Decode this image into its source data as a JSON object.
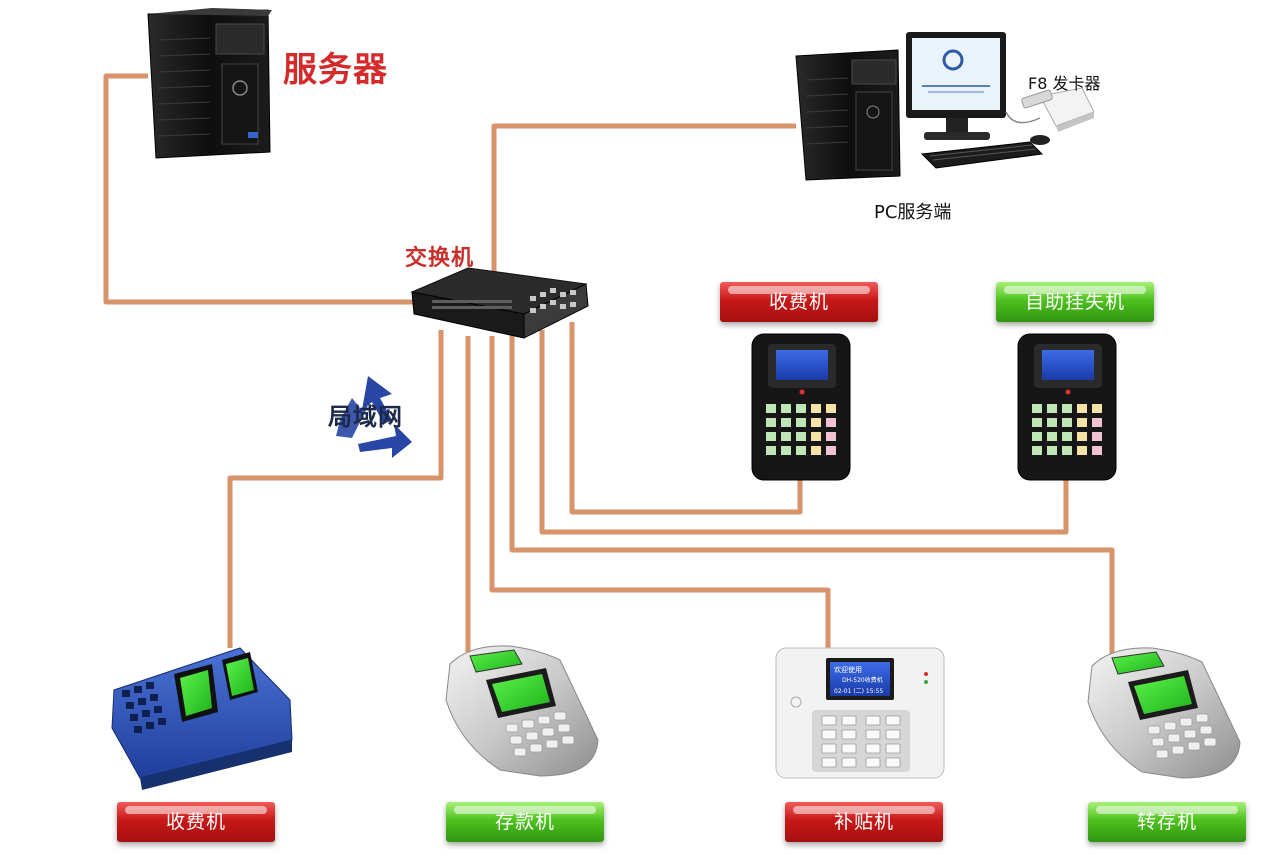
{
  "labels": {
    "server": "服务器",
    "switch": "交换机",
    "pc_server": "PC服务端",
    "card_issuer": "F8 发卡器",
    "lan": "局域网"
  },
  "badges": {
    "charge_top": "收费机",
    "self_loss": "自助挂失机",
    "charge_bottom": "收费机",
    "deposit": "存款机",
    "subsidy": "补贴机",
    "transfer": "转存机"
  },
  "screens": {
    "subsidy_line1": "欢迎使用",
    "subsidy_line2": "DH-520收费机",
    "subsidy_line3": "02-01 (二) 15:55"
  },
  "colors": {
    "cable": "#d9936a",
    "red_label": "#d42a2a",
    "badge_red": "#c81818",
    "badge_green": "#4fc21f"
  }
}
